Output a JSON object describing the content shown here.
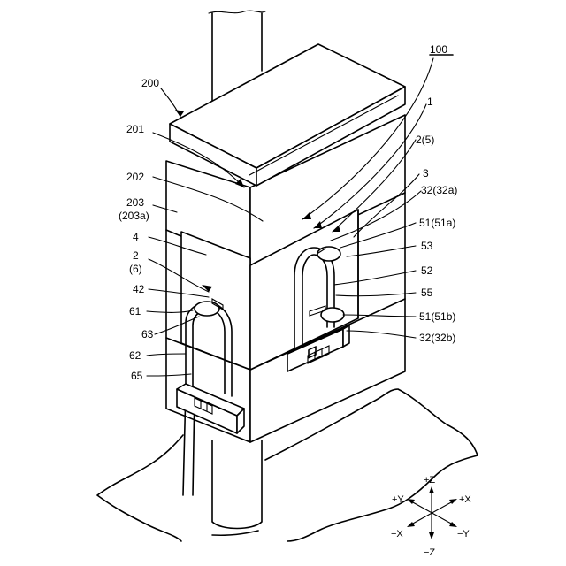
{
  "labels": {
    "l200": "200",
    "l100": "100",
    "l1": "1",
    "l2_5": "2(5)",
    "l3": "3",
    "l32a": "32(32a)",
    "l51a": "51(51a)",
    "l53": "53",
    "l52": "52",
    "l55": "55",
    "l51b": "51(51b)",
    "l32b": "32(32b)",
    "l201": "201",
    "l202": "202",
    "l203": "203",
    "l203a": "(203a)",
    "l4": "4",
    "l2": "2",
    "l6": "(6)",
    "l42": "42",
    "l61": "61",
    "l63": "63",
    "l62": "62",
    "l65": "65"
  },
  "axes": {
    "pz": "+Z",
    "mz": "−Z",
    "px": "+X",
    "mx": "−X",
    "py": "+Y",
    "my": "−Y"
  }
}
